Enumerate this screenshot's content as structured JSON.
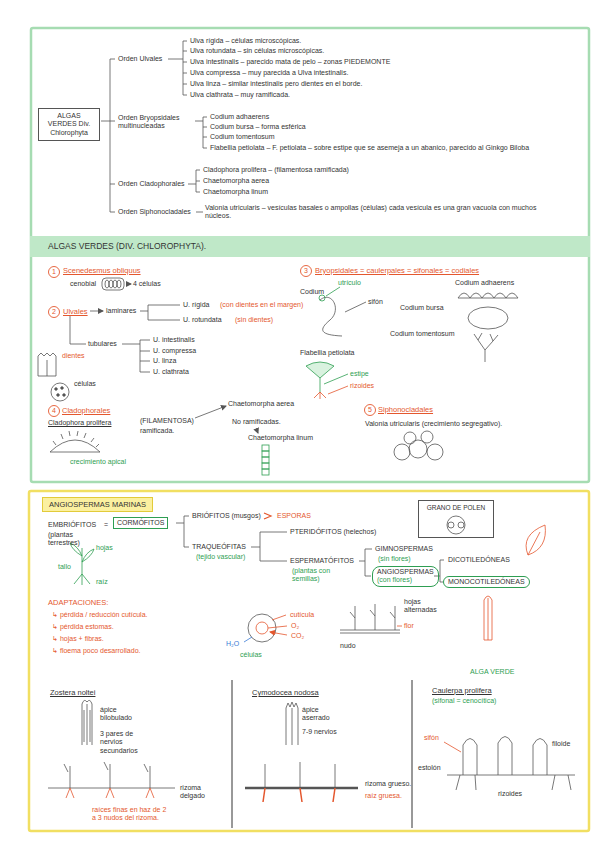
{
  "diagram": {
    "nodes": [
      {
        "text": [
          "ALGAS VERDES Div. Chlorophyta"
        ]
      },
      {
        "text": [
          "ALGAS VERDES (DIV. CHLOROPHYTA)."
        ]
      },
      {
        "text": [
          "1"
        ]
      },
      {
        "text": [
          "2"
        ]
      },
      {
        "text": [
          "3"
        ]
      },
      {
        "text": [
          "4"
        ]
      },
      {
        "text": [
          "5"
        ]
      },
      {
        "text": [
          "ANGIOSPERMAS MARINAS"
        ]
      },
      {
        "text": [
          "CORMÓFITOS"
        ]
      },
      {
        "text": [
          "GRANO DE POLEN"
        ]
      },
      {
        "text": [
          "ANGIOSPERMAS",
          "(con flores)"
        ]
      },
      {
        "text": [
          "MONOCOTILEDÓNEAS"
        ]
      }
    ],
    "labels": [
      "Orden Ulvales",
      "Ulva rígida – células microscópicas.",
      "Ulva rotundata – sin células microscópicas.",
      "Ulva intestinalis – parecido mata de pelo – zonas PIEDEMONTE",
      "Ulva compressa – muy parecida a Ulva intestinalis.",
      "Ulva linza – similar intestinalis pero dientes en el borde.",
      "Ulva clathrata – muy ramificada.",
      "Orden Bryopsidales multinucleadas",
      "Codium adhaerens",
      "Codium bursa – forma esférica",
      "Codium tomentosum",
      "Flabellia petiolata – F. petiolata – sobre estipe que se asemeja a un abanico, parecido al Ginkgo Biloba",
      "Orden Cladophorales",
      "Cladophora prolifera – (filamentosa ramificada)",
      "Chaetomorpha aerea",
      "Chaetomorpha linum",
      "Orden Siphonocladales",
      "Valonia utricularis – vesículas basales o ampollas (células) cada vesícula es una gran vacuola con muchos núcleos.",
      "Scenedesmus obliquus",
      "cenobial",
      "4 células",
      "Ulvales",
      "laminares",
      "U. rígida",
      "(con dientes en el margen)",
      "U. rotundata",
      "(sin dientes)",
      "tubulares",
      "U. intestinalis",
      "U. compressa",
      "U. linza",
      "U. clathrata",
      "dientes",
      "células",
      "Cladophorales",
      "Cladophora prolifera",
      "(FILAMENTOSA)",
      "ramificada.",
      "Chaetomorpha aerea",
      "No ramificadas.",
      "Chaetomorpha linum",
      "crecimiento apical",
      "Bryopsidales = caulerpales = sifonales = codiales",
      "Codium",
      "utrículo",
      "sifón",
      "Codium adhaerens",
      "Codium bursa",
      "Codium tomentosum",
      "Flabellia petiolata",
      "estipe",
      "rizoides",
      "Siphonocladales",
      "Valonia utricularis (crecimiento segregativo).",
      "EMBRIÓFITOS",
      "(plantas terrestres)",
      "=",
      "BRIÓFITOS (musgos)",
      "ESPORAS",
      "TRAQUEÓFITAS",
      "(tejido vascular)",
      "PTERIDÓFITOS (helechos)",
      "ESPERMATÓFITOS",
      "(plantas con semillas)",
      "GIMNOSPERMAS",
      "(sin flores)",
      "DICOTILEDÓNEAS",
      "hojas",
      "tallo",
      "raíz",
      "ADAPTACIONES:",
      "↳ pérdida / reducción cutícula.",
      "↳ pérdida estomas.",
      "↳ hojas + fibras.",
      "↳ floema poco desarrollado.",
      "cutícula",
      "O₂",
      "CO₂",
      "H₂O",
      "células",
      "hojas alternadas",
      "flor",
      "nudo",
      "Zostera noltei",
      "ápice bilobulado",
      "3 pares de nervios secundarios",
      "rizoma delgado",
      "raíces finas en haz de 2 a 3 nudos del rizoma.",
      "Cymodocea nodosa",
      "ápice aserrado",
      "7-9 nervios",
      "rizoma grueso.",
      "raíz gruesa.",
      "ALGA VERDE",
      "Caulerpa prolifera",
      "(sifonal = cenocítica)",
      "filoide",
      "sifón",
      "estolón",
      "rizoides"
    ]
  }
}
